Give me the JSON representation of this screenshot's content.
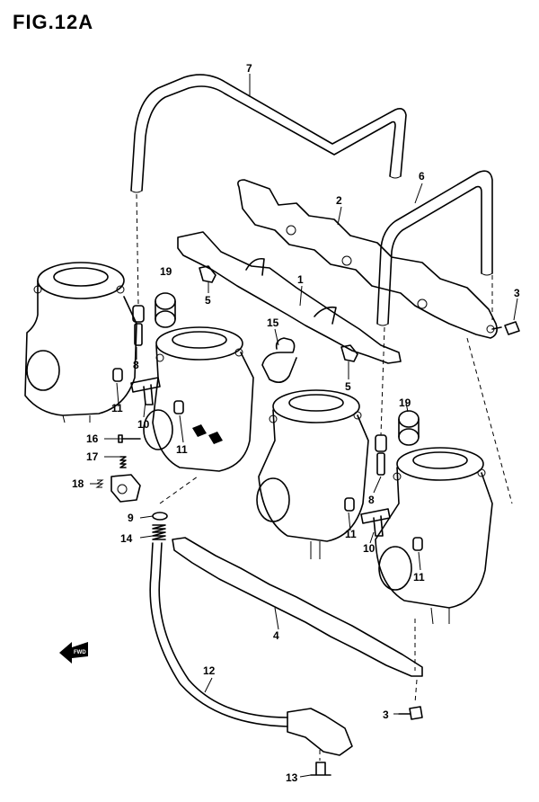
{
  "figure": {
    "title": "FIG.12A"
  },
  "fwd_label": "FWD",
  "callouts": [
    {
      "id": "c7",
      "text": "7"
    },
    {
      "id": "c6",
      "text": "6"
    },
    {
      "id": "c2",
      "text": "2"
    },
    {
      "id": "c1",
      "text": "1"
    },
    {
      "id": "c19a",
      "text": "19"
    },
    {
      "id": "c5a",
      "text": "5"
    },
    {
      "id": "c3a",
      "text": "3"
    },
    {
      "id": "c15",
      "text": "15"
    },
    {
      "id": "c5b",
      "text": "5"
    },
    {
      "id": "c8a",
      "text": "8"
    },
    {
      "id": "c11a",
      "text": "11"
    },
    {
      "id": "c10a",
      "text": "10"
    },
    {
      "id": "c11b",
      "text": "11"
    },
    {
      "id": "c19b",
      "text": "19"
    },
    {
      "id": "c16",
      "text": "16"
    },
    {
      "id": "c17",
      "text": "17"
    },
    {
      "id": "c18",
      "text": "18"
    },
    {
      "id": "c11c",
      "text": "11"
    },
    {
      "id": "c8b",
      "text": "8"
    },
    {
      "id": "c9",
      "text": "9"
    },
    {
      "id": "c14",
      "text": "14"
    },
    {
      "id": "c11d",
      "text": "11"
    },
    {
      "id": "c10b",
      "text": "10"
    },
    {
      "id": "c11e",
      "text": "11"
    },
    {
      "id": "c4",
      "text": "4"
    },
    {
      "id": "c12",
      "text": "12"
    },
    {
      "id": "c3b",
      "text": "3"
    },
    {
      "id": "c13",
      "text": "13"
    }
  ]
}
